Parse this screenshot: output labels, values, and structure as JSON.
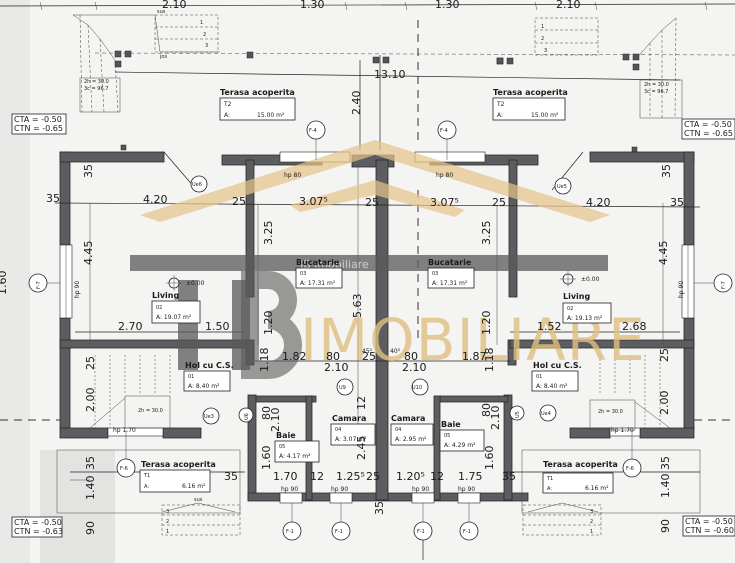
{
  "top_dimensions": [
    "2.10",
    "1.30",
    "1.30",
    "2.10",
    "13.10",
    "2.40"
  ],
  "levels": {
    "top_left": {
      "cta": "CTA = -0.50",
      "ctn": "CTN = -0.65"
    },
    "top_right": {
      "cta": "CTA = -0.50",
      "ctn": "CTN = -0.65"
    },
    "bottom_left": {
      "cta": "CTA = -0.50",
      "ctn": "CTN = -0.63"
    },
    "bottom_right": {
      "cta": "CTA = -0.50",
      "ctn": "CTN = -0.60"
    }
  },
  "rooms": {
    "terasa_top_left": {
      "name": "Terasa acoperita",
      "code": "T2",
      "area": "A:",
      "value": "15.00 m²"
    },
    "terasa_top_right": {
      "name": "Terasa acoperita",
      "code": "T2",
      "area": "A:",
      "value": "15.00 m²"
    },
    "living_left": {
      "name": "Living",
      "code": "02",
      "area": "A: 19.07 m²"
    },
    "living_right": {
      "name": "Living",
      "code": "02",
      "area": "A: 19.13 m²"
    },
    "bucatarie_left": {
      "name": "Bucatarie",
      "code": "03",
      "area": "A: 17.31 m²"
    },
    "bucatarie_right": {
      "name": "Bucatarie",
      "code": "03",
      "area": "A: 17.31 m²"
    },
    "hol_left": {
      "name": "Hol cu C.S.",
      "code": "01",
      "area": "A: 8.40 m²"
    },
    "hol_right": {
      "name": "Hol cu C.S.",
      "code": "01",
      "area": "A: 8.40 m²"
    },
    "baie_left": {
      "name": "Baie",
      "code": "05",
      "area": "A: 4.17 m²"
    },
    "baie_right": {
      "name": "Baie",
      "code": "05",
      "area": "A: 4.29 m²"
    },
    "camara_left": {
      "name": "Camara",
      "code": "04",
      "area": "A: 3.07 m²"
    },
    "camara_right": {
      "name": "Camara",
      "code": "04",
      "area": "A: 2.95 m²"
    },
    "terasa_bottom_left": {
      "name": "Terasa acoperita",
      "code": "T1",
      "area": "A:",
      "value": "6.16 m²"
    },
    "terasa_bottom_right": {
      "name": "Terasa acoperita",
      "code": "T1",
      "area": "A:",
      "value": "6.16 m²"
    }
  },
  "elevation_marks": {
    "left": "±0.00",
    "right": "±0.00"
  },
  "tags": {
    "f4": "F-4",
    "f7": "F-7",
    "f6": "F-6",
    "f1": "F-1",
    "ue6": "Ue6",
    "ue5": "Ue5",
    "ue3": "Ue3",
    "ue4": "Ue4",
    "u6": "U6",
    "u5": "U5",
    "u9": "U9",
    "u10": "U10"
  },
  "openings": {
    "hp80": "hp 80",
    "hp90": "hp 90",
    "hp170": "hp 1.70"
  },
  "dimensions": {
    "d35": "35",
    "d25": "25",
    "d420": "4.20",
    "d3075": "3.07⁵",
    "d325": "3.25",
    "d445": "4.45",
    "d270": "2.70",
    "d150": "1.50",
    "d152": "1.52",
    "d268": "2.68",
    "d563": "5.63",
    "d120": "1.20",
    "d182": "1.82",
    "d187": "1.87",
    "d80": "80",
    "d210": "2.10",
    "d455": "45⁵",
    "d405": "40⁵",
    "d118": "1.18",
    "d200": "2.00",
    "d12": "12",
    "d160": "1.60",
    "d170": "1.70",
    "d1255": "1.25⁵",
    "d1205": "1.20⁵",
    "d175": "1.75",
    "d245": "2.45",
    "d140": "1.40",
    "d90": "90",
    "d160left": "1.60"
  },
  "stairs": {
    "formula1": "2h = 30.0",
    "formula2": "3c = 96.7",
    "top": "sus",
    "bottom": "jos",
    "steps": [
      "1",
      "2",
      "3"
    ]
  },
  "watermark": {
    "brand_letters": "IB",
    "brand_word": "IMOBILIARE",
    "small": "IB imobiliare"
  }
}
